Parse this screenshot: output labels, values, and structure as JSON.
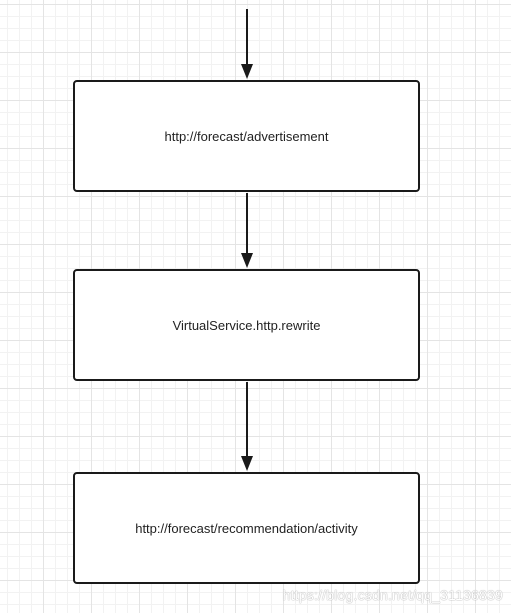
{
  "nodes": [
    {
      "label": "http://forecast/advertisement"
    },
    {
      "label": "VirtualService.http.rewrite"
    },
    {
      "label": "http://forecast/recommendation/activity"
    }
  ],
  "watermark": "https://blog.csdn.net/qq_31136839",
  "colors": {
    "stroke": "#1a1a1a",
    "grid": "#e4e4e4",
    "background": "#ffffff"
  }
}
